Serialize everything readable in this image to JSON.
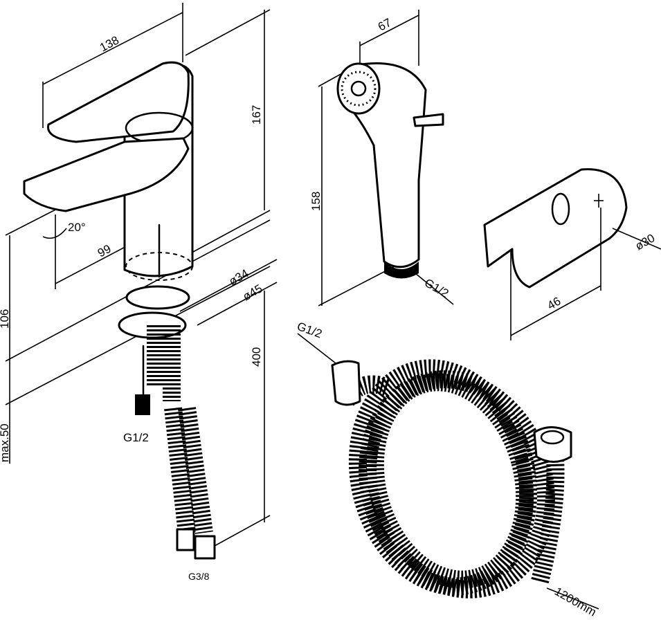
{
  "faucet": {
    "dim_width": "138",
    "dim_height": "167",
    "dim_angle": "20°",
    "dim_reach": "99",
    "dim_spout_height": "106",
    "dim_max_deck": "max.50",
    "dim_d34": "ø34",
    "dim_d45": "ø45",
    "dim_hose_len": "400",
    "thread_connection": "G1/2",
    "thread_hoses": "G3/8"
  },
  "shower_head": {
    "dim_width": "67",
    "dim_height": "158",
    "thread": "G1/2"
  },
  "holder": {
    "dim_diameter": "ø30",
    "dim_width": "46"
  },
  "hose": {
    "thread": "G1/2",
    "length": "1200mm"
  }
}
